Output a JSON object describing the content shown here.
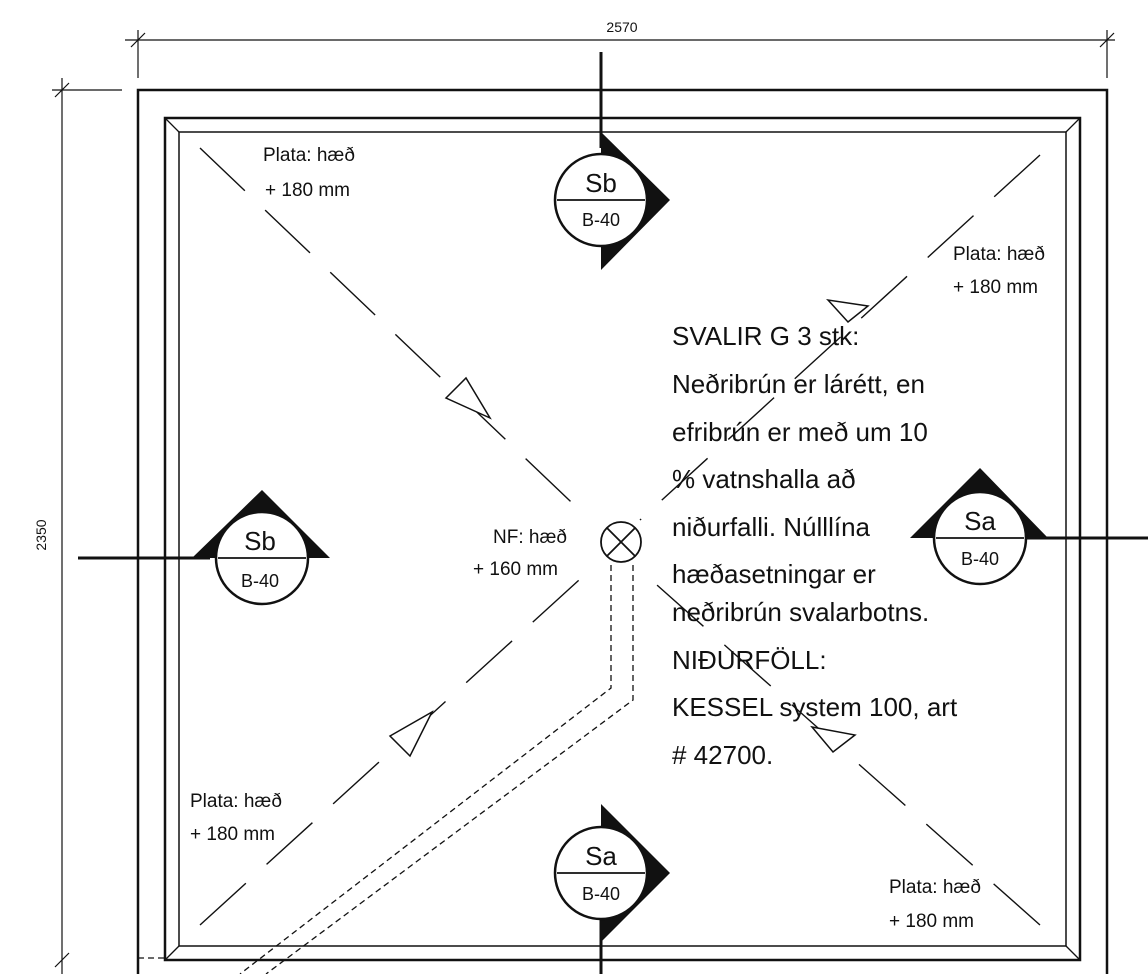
{
  "dimensions": {
    "width": "2570",
    "height": "2350"
  },
  "plate_labels": [
    {
      "line1": "Plata: hæð",
      "line2": "+ 180 mm"
    },
    {
      "line1": "Plata: hæð",
      "line2": "+ 180 mm"
    },
    {
      "line1": "Plata: hæð",
      "line2": "+ 180 mm"
    },
    {
      "line1": "Plata: hæð",
      "line2": "+ 180 mm"
    }
  ],
  "drain_label": {
    "line1": "NF: hæð",
    "line2": "+ 160 mm"
  },
  "note_lines": [
    "SVALIR  G 3 stk:",
    "Neðribrún er lárétt, en",
    "efribrún er með um  10",
    "% vatnshalla að",
    "niðurfalli. Núlllína",
    "hæðasetningar er",
    "neðribrún svalarbotns.",
    "NIÐURFÖLL:",
    "KESSEL system 100, art",
    "# 42700."
  ],
  "section_markers": [
    {
      "id": "top",
      "main": "Sb",
      "sub": "B-40"
    },
    {
      "id": "left",
      "main": "Sb",
      "sub": "B-40"
    },
    {
      "id": "right",
      "main": "Sa",
      "sub": "B-40"
    },
    {
      "id": "bottom",
      "main": "Sa",
      "sub": "B-40"
    }
  ],
  "colors": {
    "line": "#111111",
    "background": "#ffffff"
  }
}
